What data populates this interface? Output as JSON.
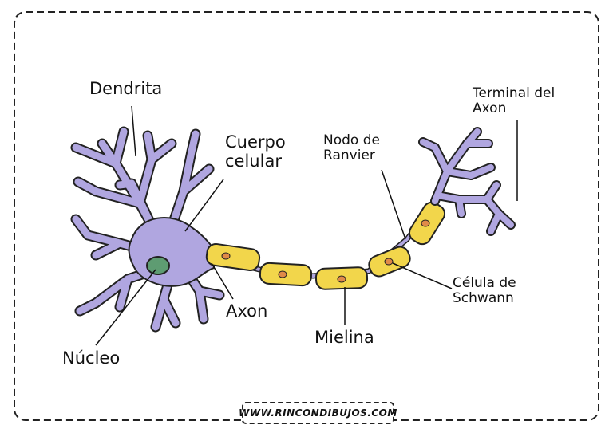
{
  "labels": {
    "dendrita": "Dendrita",
    "cuerpo_celular": "Cuerpo\ncelular",
    "nucleo": "Núcleo",
    "axon": "Axon",
    "mielina": "Mielina",
    "nodo_ranvier": "Nodo de\nRanvier",
    "celula_schwann": "Célula de\nSchwann",
    "terminal_axon": "Terminal del\nAxon"
  },
  "footer": {
    "website": "WWW.RINCONDIBUJOS.COM"
  },
  "colors": {
    "neuron_body": "#b0a6e0",
    "nucleus": "#5e9c72",
    "myelin": "#f2d64b",
    "schwann_nucleus": "#e08a48",
    "outline": "#222222"
  }
}
